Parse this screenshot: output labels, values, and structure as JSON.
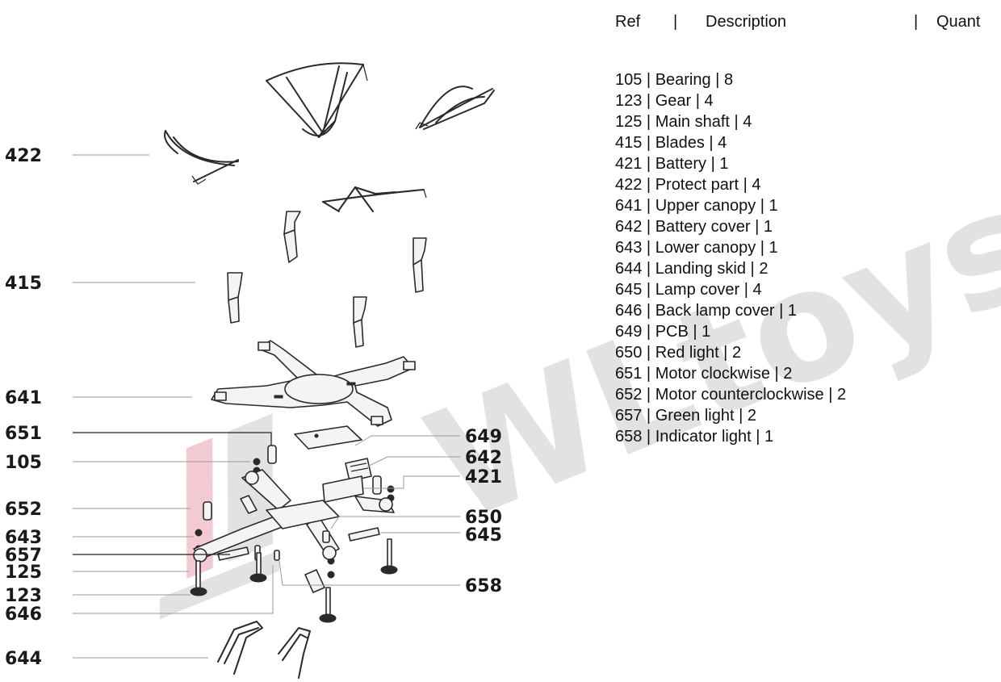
{
  "table": {
    "headers": {
      "ref": "Ref",
      "sep1": "|",
      "description": "Description",
      "sep2": "|",
      "quantity": "Quant"
    },
    "rows": [
      {
        "ref": "105",
        "description": "Bearing",
        "quantity": "8"
      },
      {
        "ref": "123",
        "description": "Gear",
        "quantity": "4"
      },
      {
        "ref": "125",
        "description": "Main shaft",
        "quantity": "4"
      },
      {
        "ref": "415",
        "description": "Blades",
        "quantity": "4"
      },
      {
        "ref": "421",
        "description": "Battery",
        "quantity": "1"
      },
      {
        "ref": "422",
        "description": "Protect part",
        "quantity": "4"
      },
      {
        "ref": "641",
        "description": "Upper canopy",
        "quantity": "1"
      },
      {
        "ref": "642",
        "description": "Battery cover",
        "quantity": "1"
      },
      {
        "ref": "643",
        "description": "Lower canopy",
        "quantity": "1"
      },
      {
        "ref": "644",
        "description": "Landing skid",
        "quantity": "2"
      },
      {
        "ref": "645",
        "description": "Lamp cover",
        "quantity": "4"
      },
      {
        "ref": "646",
        "description": "Back lamp cover",
        "quantity": "1"
      },
      {
        "ref": "649",
        "description": "PCB",
        "quantity": "1"
      },
      {
        "ref": "650",
        "description": "Red light",
        "quantity": "2"
      },
      {
        "ref": "651",
        "description": "Motor clockwise",
        "quantity": "2"
      },
      {
        "ref": "652",
        "description": "Motor counterclockwise",
        "quantity": "2"
      },
      {
        "ref": "657",
        "description": "Green light",
        "quantity": "2"
      },
      {
        "ref": "658",
        "description": "Indicator light",
        "quantity": "1"
      }
    ]
  },
  "callouts": {
    "left": [
      "422",
      "415",
      "641",
      "651",
      "105",
      "652",
      "643",
      "657",
      "125",
      "123",
      "646",
      "644"
    ],
    "right": [
      "649",
      "642",
      "421",
      "650",
      "645",
      "658"
    ]
  },
  "watermark": {
    "text": "WLtoys.eu",
    "color_red": "#c8102e",
    "color_grey": "#7a7a7a"
  }
}
